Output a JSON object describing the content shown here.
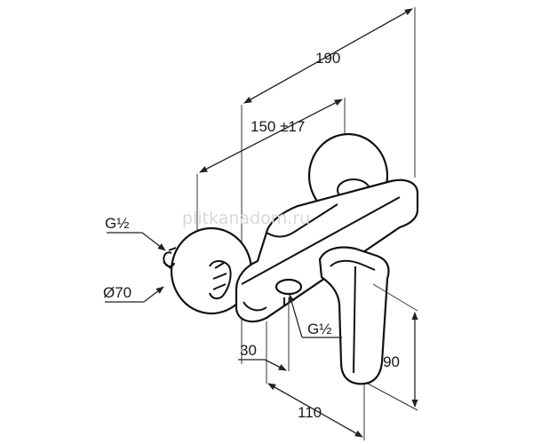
{
  "dimensions": {
    "overall_width": "190",
    "center_distance": "150 ±17",
    "inlet_thread_left": "G½",
    "rosette_diameter": "Ø70",
    "outlet_thread": "G½",
    "outlet_offset": "30",
    "height": "90",
    "projection": "110"
  },
  "watermark": "plitkanadom.ru",
  "colors": {
    "line": "#111111",
    "background": "#ffffff"
  }
}
